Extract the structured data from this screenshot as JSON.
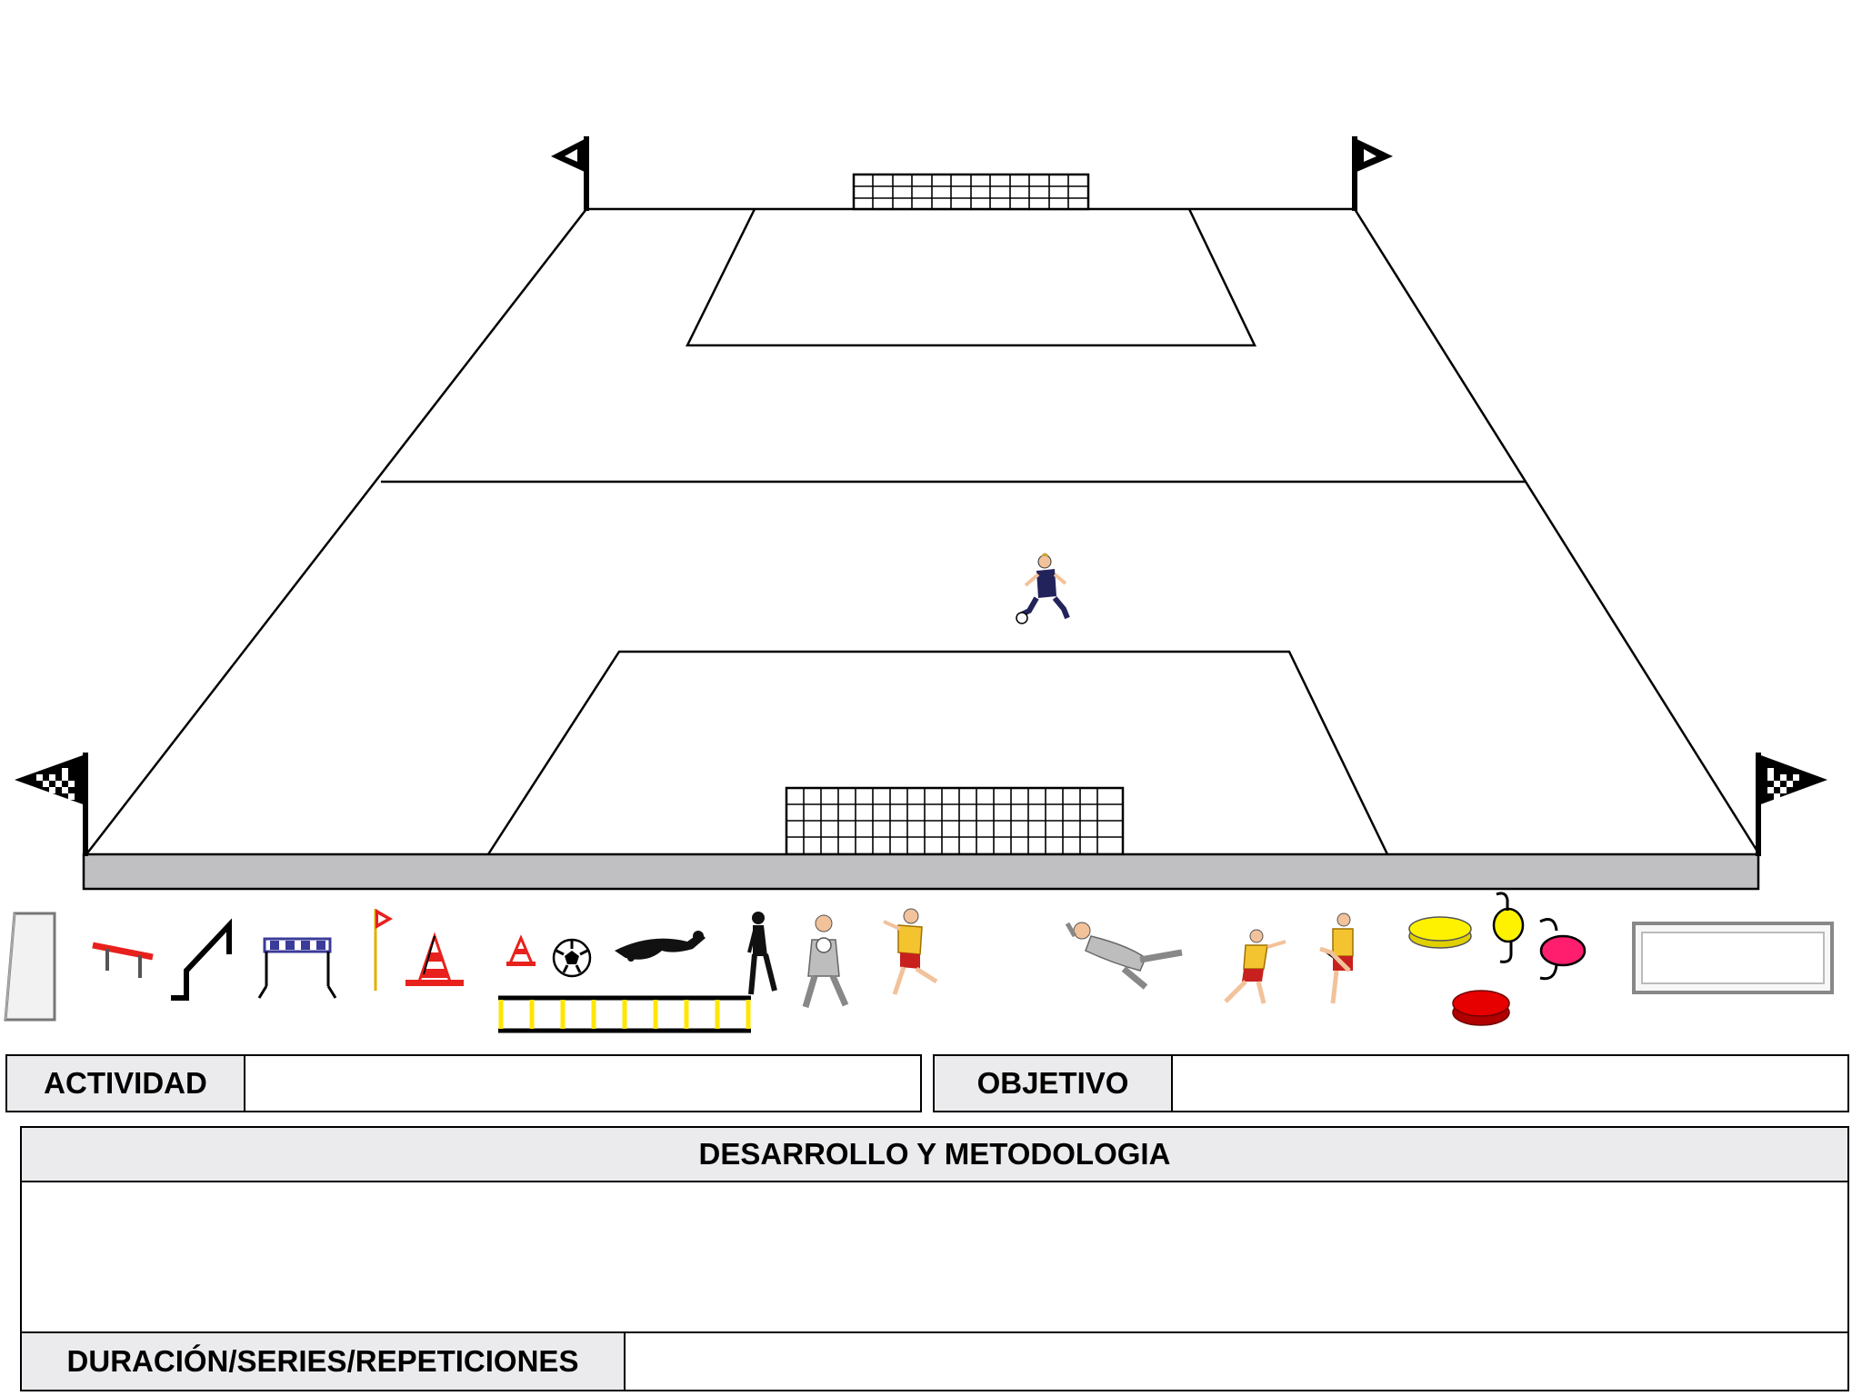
{
  "form": {
    "actividad": {
      "label": "ACTIVIDAD",
      "value": ""
    },
    "objetivo": {
      "label": "OBJETIVO",
      "value": ""
    },
    "desarrollo": {
      "label": "DESARROLLO Y METODOLOGIA",
      "value": ""
    },
    "duracion": {
      "label": "DURACIÓN/SERIES/REPETICIONES",
      "value": ""
    }
  },
  "palette": {
    "field_line": "#000000",
    "bench_fill": "#c0c0c2",
    "cone_red": "#e8211d",
    "ladder_yellow": "#ffe600",
    "hurdle_blue": "#3b3b9a",
    "jersey_yellow": "#f4c430",
    "shorts_red": "#c8201e",
    "disc_yellow": "#fff200",
    "disc_pink": "#ff1e6e",
    "disc_red": "#e60000",
    "label_bg": "#ebebed"
  },
  "toolbox": [
    "goal-side-icon",
    "low-hurdle-icon",
    "pole-icon",
    "hurdle-icon",
    "corner-flag-icon",
    "big-cone-icon",
    "small-cone-icon",
    "ball-icon",
    "diving-player-icon",
    "agility-ladder-icon",
    "runner-silhouette-icon",
    "goalkeeper-catch-icon",
    "player-kick-icon",
    "goalkeeper-dive-icon",
    "player-run-icon",
    "player-shoot-icon",
    "disc-yellow-icon",
    "marker-yellow-icon",
    "marker-pink-icon",
    "disc-red-icon",
    "goal-front-icon"
  ]
}
